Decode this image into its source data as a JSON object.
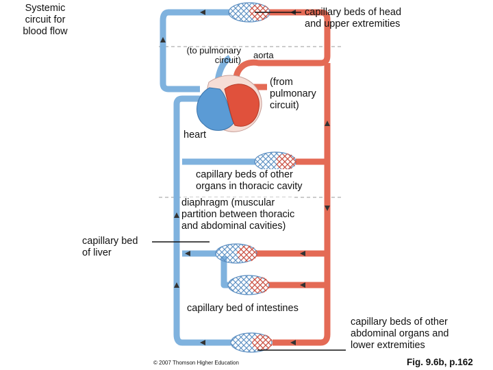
{
  "title": "Systemic\ncircuit for\nblood flow",
  "labels": {
    "head_beds": "capillary beds of head\nand upper extremities",
    "to_pulmonary": "(to pulmonary\ncircuit)",
    "aorta": "aorta",
    "from_pulmonary": "(from\npulmonary\ncircuit)",
    "heart": "heart",
    "thoracic_beds": "capillary beds of other\norgans in thoracic cavity",
    "diaphragm": "diaphragm (muscular\npartition between thoracic\nand abdominal cavities)",
    "liver_bed": "capillary bed\nof liver",
    "intestine_bed": "capillary bed of intestines",
    "lower_beds": "capillary beds of other\nabdominal organs and\nlower extremities",
    "figure_ref": "Fig. 9.6b, p.162",
    "copyright": "© 2007 Thomson Higher Education"
  },
  "colors": {
    "oxygen_poor": "#6aa3d4",
    "oxygen_rich": "#df5a45",
    "capillary_blue": "#5c8fc2",
    "capillary_red": "#d6503c"
  }
}
